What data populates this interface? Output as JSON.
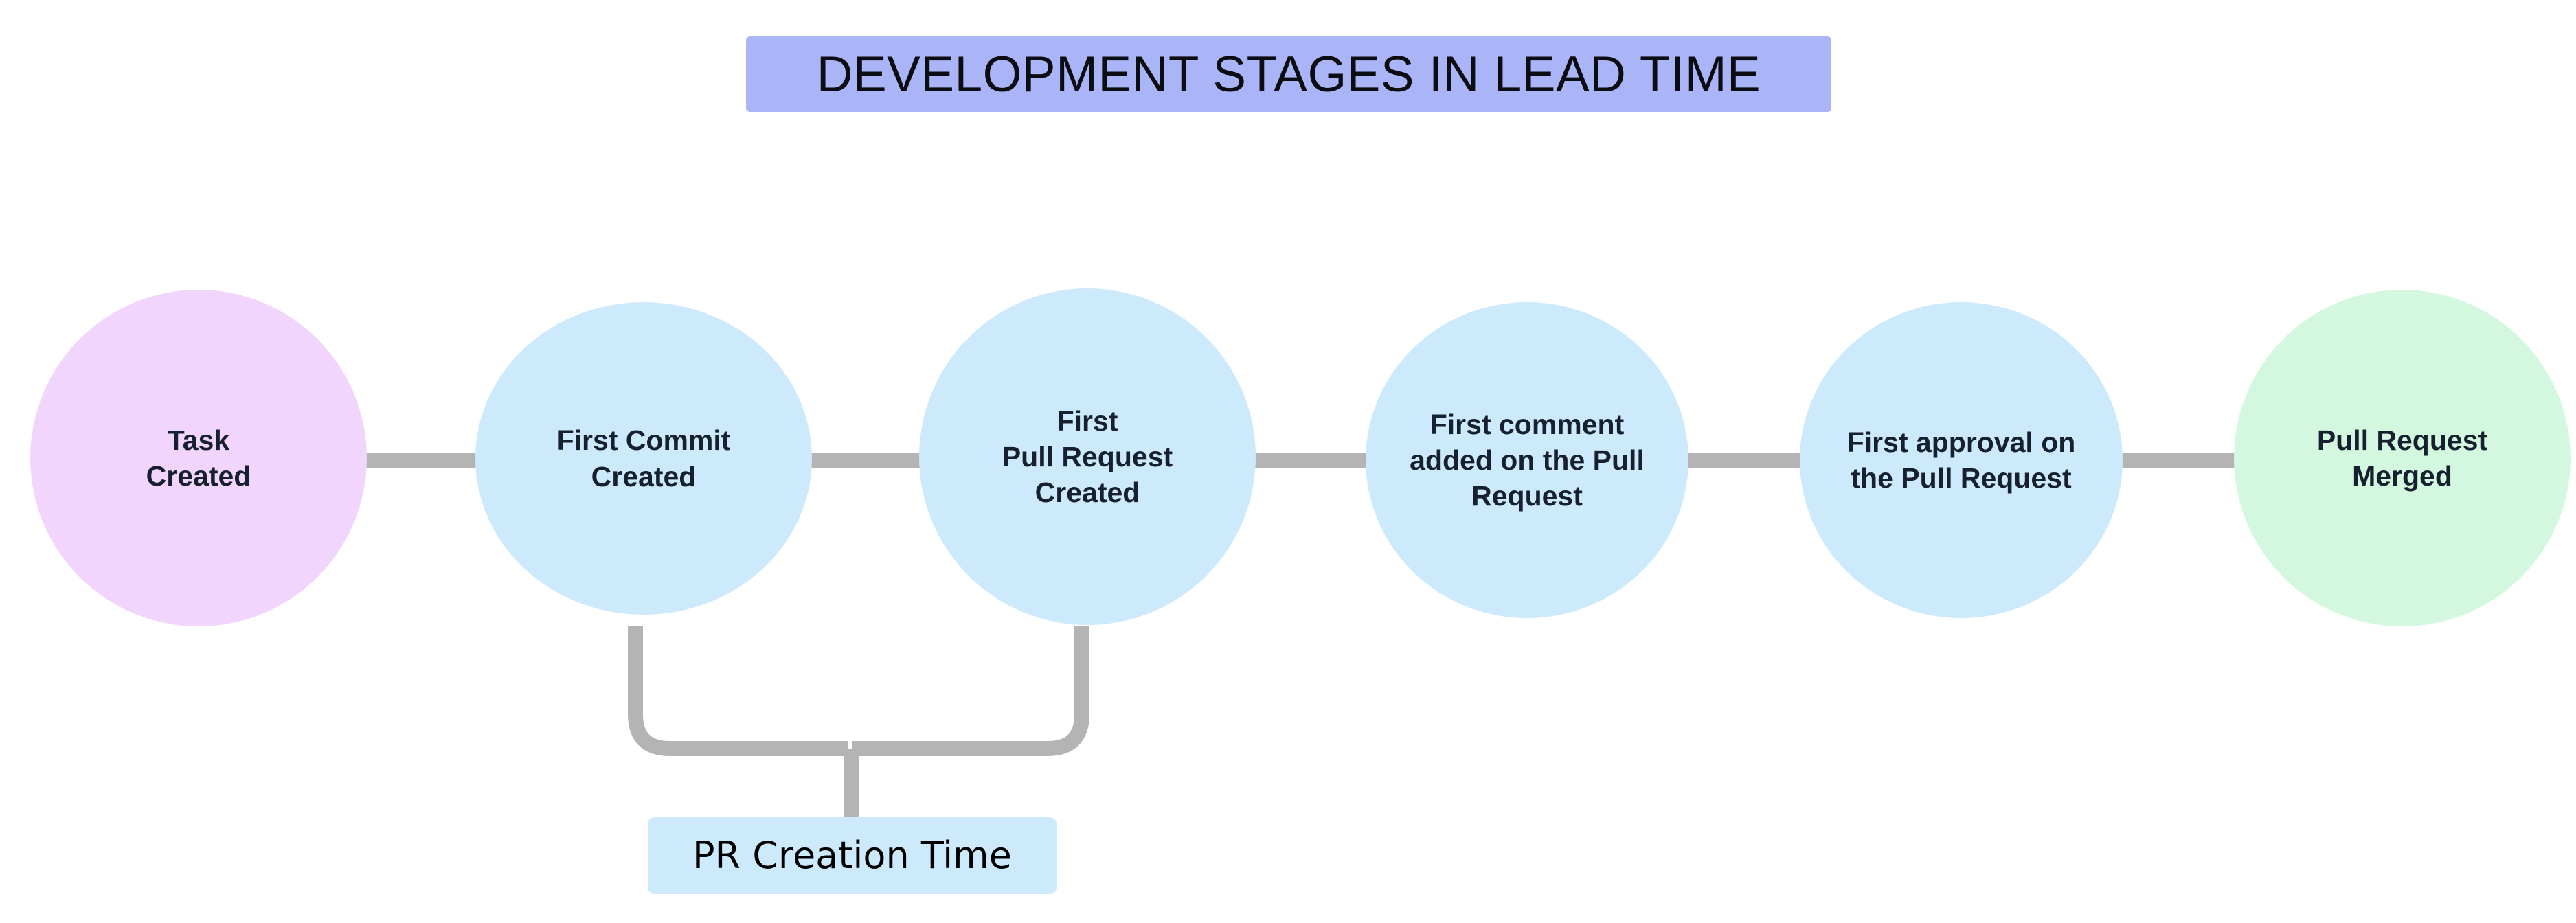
{
  "diagram": {
    "title": "DEVELOPMENT STAGES IN LEAD TIME",
    "title_bg_color": "#aab5f8",
    "background_color": "#ffffff",
    "connector_color": "#b4b4b4",
    "node_text_color": "#16202e",
    "stages": [
      {
        "id": "task-created",
        "label": "Task\nCreated",
        "fill": "#f2d5fd"
      },
      {
        "id": "first-commit",
        "label": "First Commit\nCreated",
        "fill": "#cdeafd"
      },
      {
        "id": "first-pr",
        "label": "First\nPull Request\nCreated",
        "fill": "#cdeafd"
      },
      {
        "id": "first-comment",
        "label": "First comment\nadded on the Pull\nRequest",
        "fill": "#cdeafd"
      },
      {
        "id": "first-approval",
        "label": "First approval on\nthe Pull Request",
        "fill": "#cdeafd"
      },
      {
        "id": "pr-merged",
        "label": "Pull Request\nMerged",
        "fill": "#d3f8df"
      }
    ],
    "annotation": {
      "label": "PR Creation Time",
      "fill": "#cdeafd",
      "spans_from": "first-commit",
      "spans_to": "first-pr"
    }
  }
}
